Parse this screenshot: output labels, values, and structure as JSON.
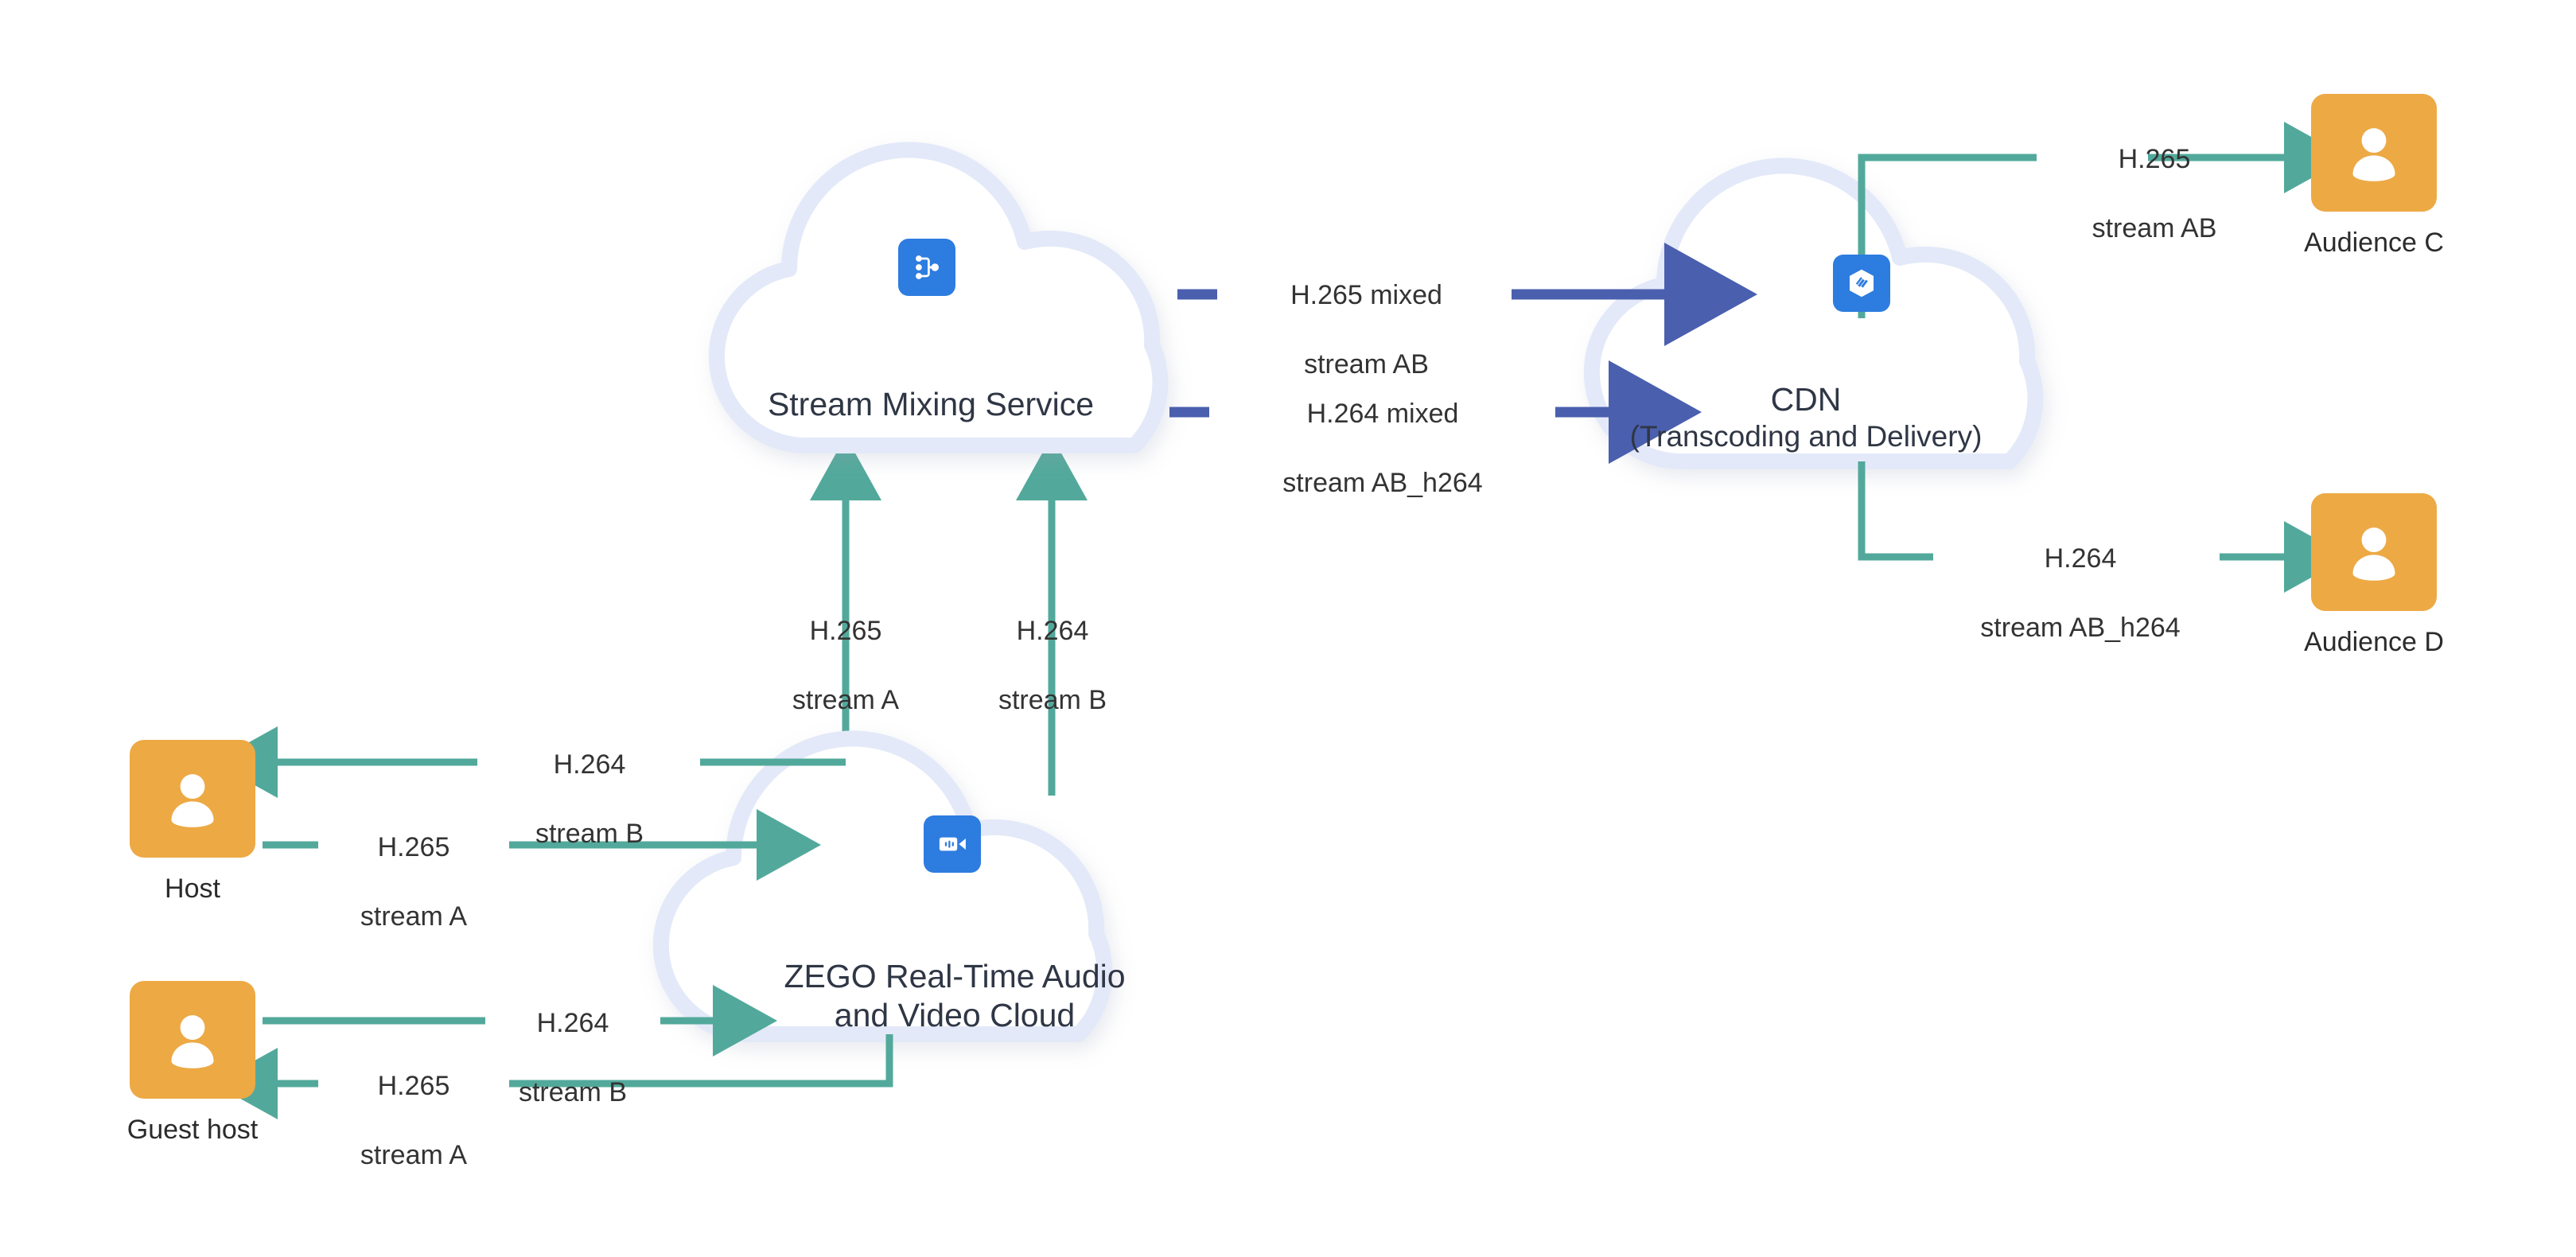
{
  "diagram": {
    "title": "ZEGO stream mixing and CDN delivery topology",
    "colors": {
      "green": "#52a99b",
      "blue": "#4a5fae",
      "orange": "#eda944",
      "tile_blue": "#2d7ce0",
      "cloud_border": "#e3e9f8",
      "cloud_fill": "#ffffff",
      "label_text": "#333333",
      "cloud_text": "#2f3645"
    }
  },
  "nodes": {
    "stream_mixing": {
      "label": "Stream Mixing Service",
      "sublabel": "",
      "icon": "stream-mixing-icon"
    },
    "cdn": {
      "label": "CDN",
      "sublabel": "(Transcoding and Delivery)",
      "icon": "cdn-layers-icon"
    },
    "zego": {
      "label": "ZEGO Real-Time Audio",
      "sublabel": "and Video Cloud",
      "icon": "video-camera-icon"
    },
    "host": {
      "label": "Host",
      "icon": "user-avatar-icon"
    },
    "guest_host": {
      "label": "Guest host",
      "icon": "user-avatar-icon"
    },
    "audience_c": {
      "label": "Audience C",
      "icon": "user-avatar-icon"
    },
    "audience_d": {
      "label": "Audience D",
      "icon": "user-avatar-icon"
    }
  },
  "edges": {
    "mix_to_cdn_h265": {
      "line1": "H.265 mixed",
      "line2": "stream AB",
      "color": "blue"
    },
    "mix_to_cdn_h264": {
      "line1": "H.264 mixed",
      "line2": "stream AB_h264",
      "color": "blue"
    },
    "zego_to_mix_h265": {
      "line1": "H.265",
      "line2": "stream A",
      "color": "green"
    },
    "zego_to_mix_h264": {
      "line1": "H.264",
      "line2": "stream B",
      "color": "green"
    },
    "cdn_to_aud_c": {
      "line1": "H.265",
      "line2": "stream AB",
      "color": "green"
    },
    "cdn_to_aud_d": {
      "line1": "H.264",
      "line2": "stream AB_h264",
      "color": "green"
    },
    "zego_to_host": {
      "line1": "H.264",
      "line2": "stream B",
      "color": "green"
    },
    "host_to_zego": {
      "line1": "H.265",
      "line2": "stream A",
      "color": "green"
    },
    "guest_to_zego": {
      "line1": "H.264",
      "line2": "stream B",
      "color": "green"
    },
    "zego_to_guest": {
      "line1": "H.265",
      "line2": "stream A",
      "color": "green"
    }
  }
}
